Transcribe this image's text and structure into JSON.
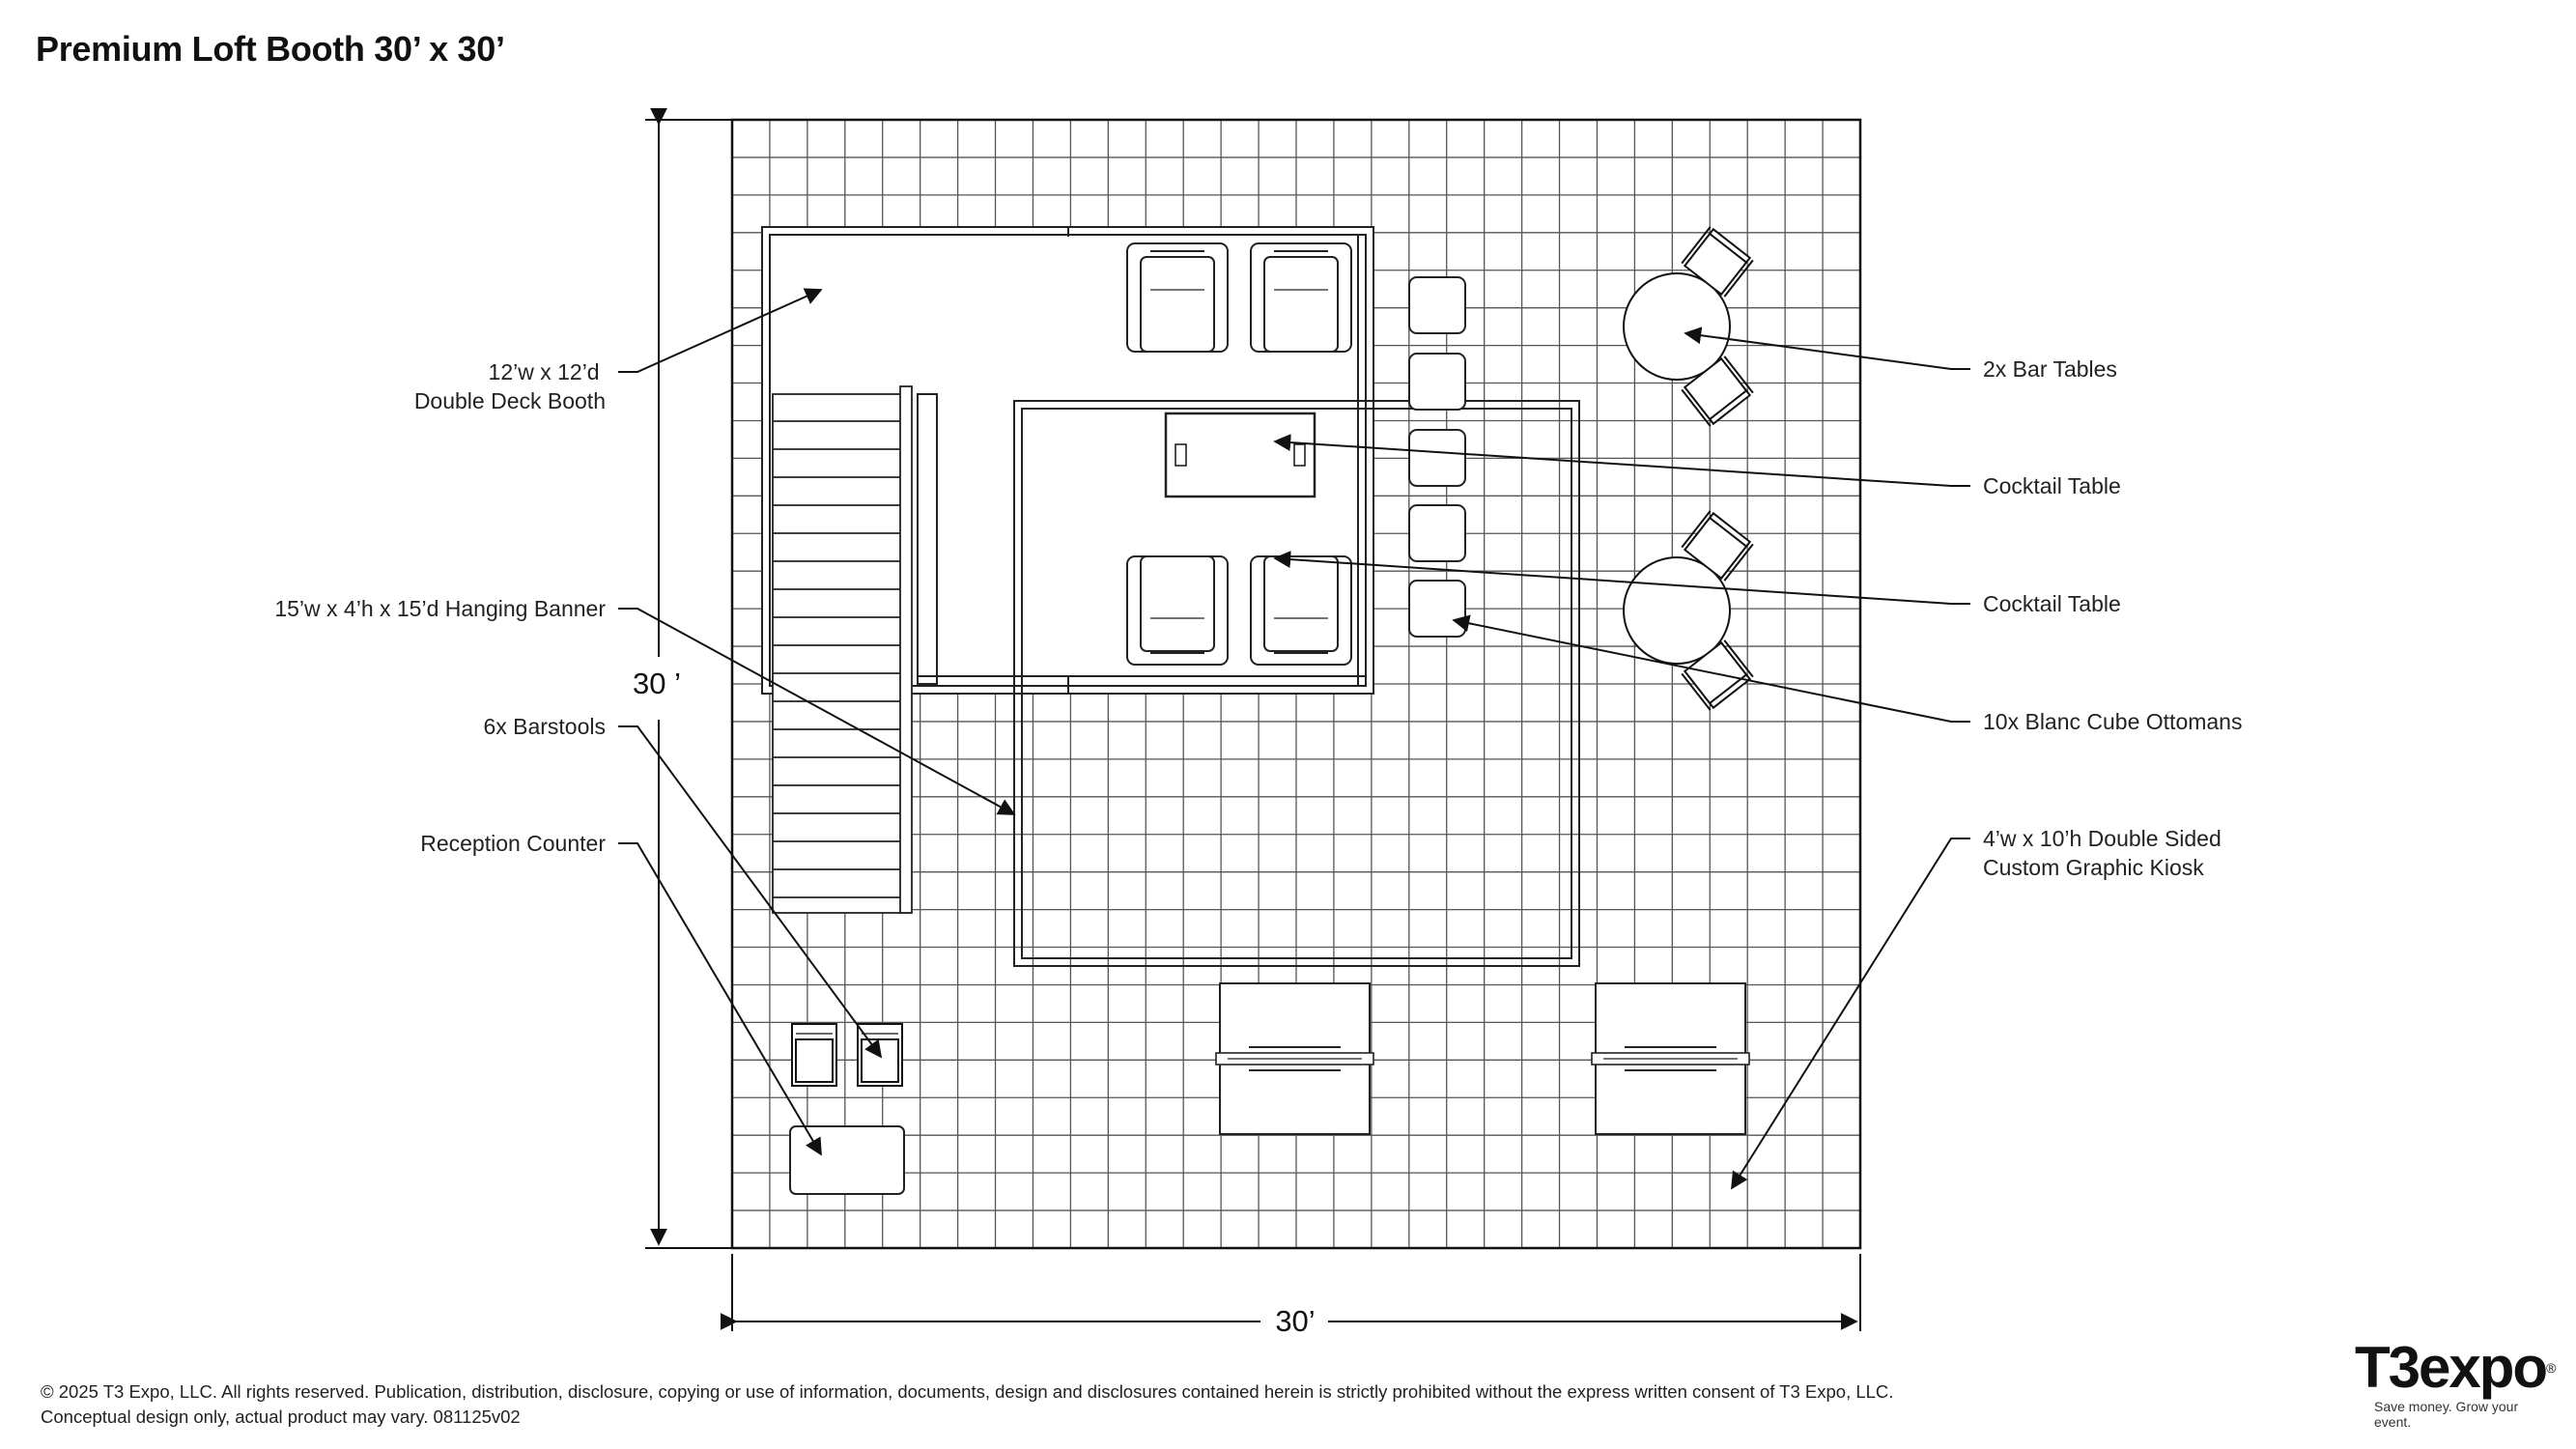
{
  "title": "Premium Loft Booth 30’ x 30’",
  "dimensions": {
    "width_label": "30’",
    "depth_label": "30 ’"
  },
  "labels": {
    "double_deck": [
      "12’w x 12’d",
      "Double Deck Booth"
    ],
    "hanging_banner": "15’w x 4’h x 15’d Hanging Banner",
    "barstools": "6x Barstools",
    "reception": "Reception Counter",
    "bar_tables": "2x Bar Tables",
    "cocktail_1": "Cocktail Table",
    "cocktail_2": "Cocktail Table",
    "ottomans": "10x Blanc Cube Ottomans",
    "kiosk": [
      "4’w x 10’h Double Sided",
      "Custom Graphic Kiosk"
    ]
  },
  "footer": {
    "line1": "© 2025 T3 Expo, LLC. All rights reserved. Publication, distribution, disclosure, copying or use of information, documents, design and disclosures contained herein is strictly prohibited without the express written consent of T3 Expo, LLC.",
    "line2": "Conceptual design only, actual product may vary.  081125v02"
  },
  "logo": {
    "name": "T3expo",
    "registered": "®",
    "tagline": "Save money. Grow your event."
  }
}
